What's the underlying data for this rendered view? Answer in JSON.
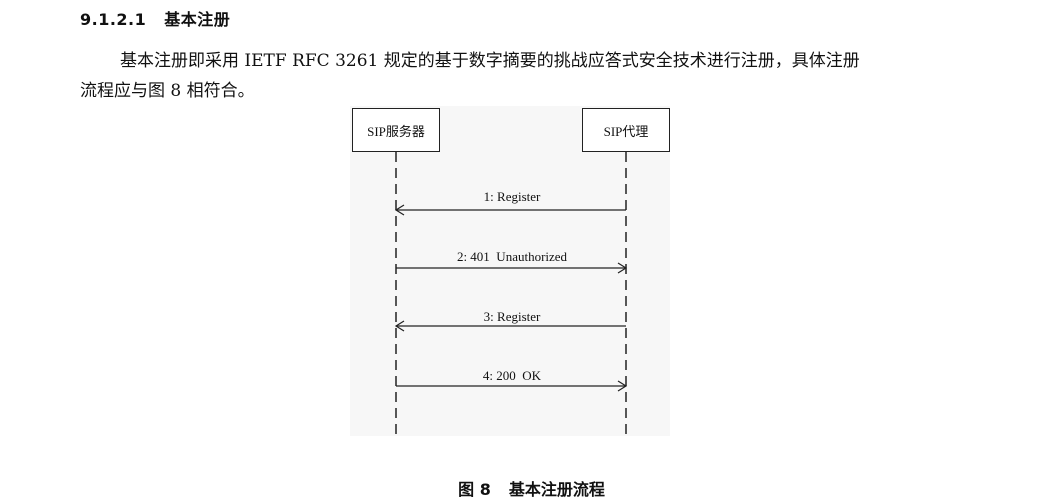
{
  "section": {
    "number": "9.1.2.1",
    "title": "基本注册"
  },
  "paragraph": {
    "line1": "基本注册即采用 IETF RFC 3261 规定的基于数字摘要的挑战应答式安全技术进行注册，具体注册",
    "line2": "流程应与图 8 相符合。"
  },
  "diagram": {
    "participants": {
      "server": "SIP服务器",
      "proxy": "SIP代理"
    },
    "messages": [
      {
        "label": "1: Register",
        "direction": "proxy-to-server"
      },
      {
        "label": "2: 401  Unauthorized",
        "direction": "server-to-proxy"
      },
      {
        "label": "3: Register",
        "direction": "proxy-to-server"
      },
      {
        "label": "4: 200  OK",
        "direction": "server-to-proxy"
      }
    ]
  },
  "caption": {
    "figure_number": "图 8",
    "title": "基本注册流程"
  }
}
